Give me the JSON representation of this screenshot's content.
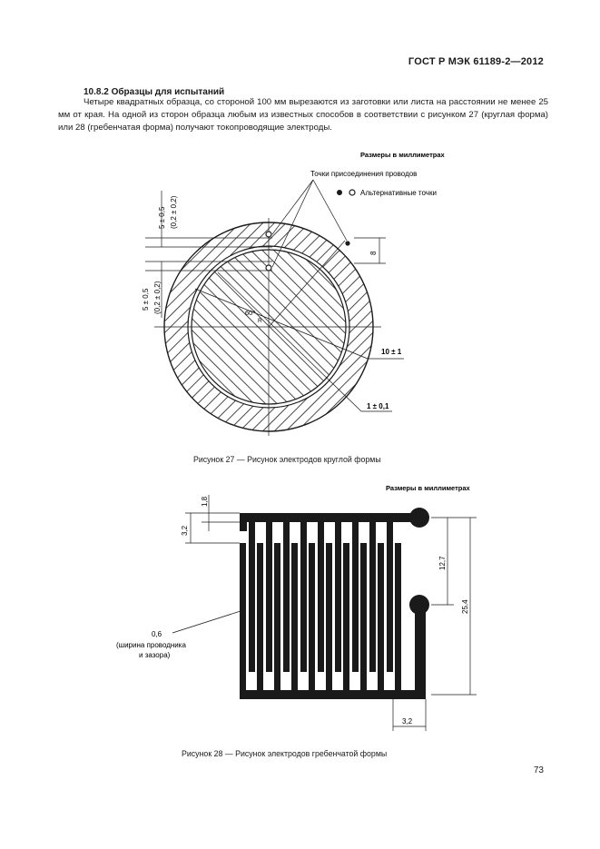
{
  "header": {
    "doc_id": "ГОСТ Р МЭК 61189-2—2012"
  },
  "section": {
    "title": "10.8.2 Образцы для испытаний",
    "paragraph": "Четыре квадратных образца, со стороной 100 мм вырезаются из заготовки или листа на расстоянии не менее 25 мм от края. На одной из сторон образца любым из известных способов в соответствии с рисунком 27 (круглая форма) или 28 (гребенчатая форма) получают токопроводящие электроды."
  },
  "figure27": {
    "units_note": "Размеры в миллиметрах",
    "legend_connection_points": "Точки присоединения проводов",
    "legend_alternative_points": "Альтернативные точки",
    "dim_top_a": "5 ± 0,5",
    "dim_top_b": "(0,2 ± 0,2)",
    "dim_left_a": "5 ± 0,5",
    "dim_left_b": "(0,2 ± 0,2)",
    "dim_right": "8",
    "dim_angle": "60°",
    "dim_ring_width": "10 ± 1",
    "dim_gap": "1 ± 0,1",
    "dim_small_r": "R",
    "caption": "Рисунок 27 — Рисунок электродов круглой формы"
  },
  "figure28": {
    "units_note": "Размеры в миллиметрах",
    "dim_top_small": "1,8",
    "dim_top_bar": "3,2",
    "dim_pitch": "12,7",
    "dim_total": "25,4",
    "dim_bottom": "3,2",
    "dim_width": "0,6",
    "dim_width_note_1": "(ширина проводника",
    "dim_width_note_2": "и зазора)",
    "caption": "Рисунок 28 — Рисунок электродов гребенчатой формы"
  },
  "page_number": "73"
}
